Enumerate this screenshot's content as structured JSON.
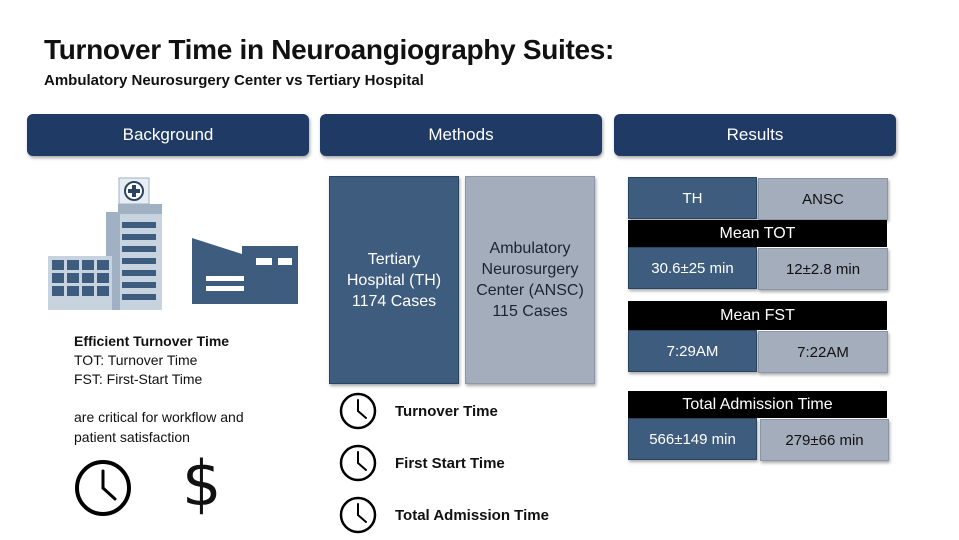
{
  "title": "Turnover Time in Neuroangiography Suites:",
  "subtitle": "Ambulatory Neurosurgery Center vs Tertiary Hospital",
  "headers": {
    "background": "Background",
    "methods": "Methods",
    "results": "Results"
  },
  "background": {
    "heading": "Efficient Turnover Time",
    "line1": "TOT: Turnover Time",
    "line2": "FST: First-Start Time",
    "line3": "are critical for workflow and",
    "line4": "patient satisfaction",
    "dollar": "$"
  },
  "methods": {
    "th": {
      "line1": "Tertiary",
      "line2": "Hospital (TH)",
      "line3": "1174 Cases"
    },
    "ansc": {
      "line1": "Ambulatory",
      "line2": "Neurosurgery",
      "line3": "Center (ANSC)",
      "line4": "115 Cases"
    },
    "timers": [
      "Turnover Time",
      "First Start Time",
      "Total Admission Time"
    ]
  },
  "results": {
    "col_th": "TH",
    "col_ansc": "ANSC",
    "mean_tot": {
      "label": "Mean TOT",
      "th": "30.6±25 min",
      "ansc": "12±2.8 min"
    },
    "mean_fst": {
      "label": "Mean FST",
      "th": "7:29AM",
      "ansc": "7:22AM"
    },
    "total_admission": {
      "label": "Total Admission Time",
      "th": "566±149  min",
      "ansc": "279±66 min"
    }
  },
  "colors": {
    "header": "#1f3a64",
    "dark_cell": "#3e5d7e",
    "light_cell": "#a3adbc",
    "bar": "#000000"
  }
}
